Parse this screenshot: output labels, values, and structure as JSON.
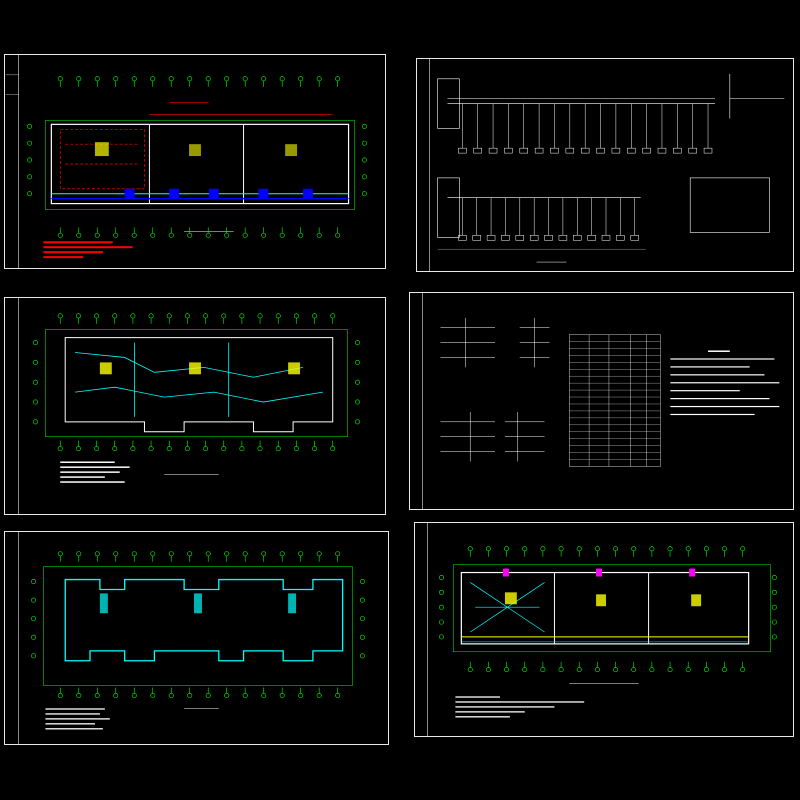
{
  "canvas": {
    "background": "#000000"
  },
  "colors": {
    "frame": "#e8e8e8",
    "axis": "#00ff00",
    "wall": "#ffffff",
    "wire": "#00ffff",
    "fixture": "#ffff00",
    "panel": "#0000ff",
    "red": "#ff0000",
    "magenta": "#ff00ff"
  },
  "sheets": [
    {
      "id": "sheet-1",
      "kind": "ground-floor-power-plan",
      "visible_text": ""
    },
    {
      "id": "sheet-2",
      "kind": "distribution-system-diagram",
      "visible_text": ""
    },
    {
      "id": "sheet-3",
      "kind": "typical-floor-lighting-plan",
      "visible_text": ""
    },
    {
      "id": "sheet-4",
      "kind": "legend-and-design-notes",
      "visible_text": ""
    },
    {
      "id": "sheet-5",
      "kind": "roof-lightning-protection-plan",
      "visible_text": ""
    },
    {
      "id": "sheet-6",
      "kind": "ground-floor-weak-current-plan",
      "visible_text": ""
    }
  ]
}
